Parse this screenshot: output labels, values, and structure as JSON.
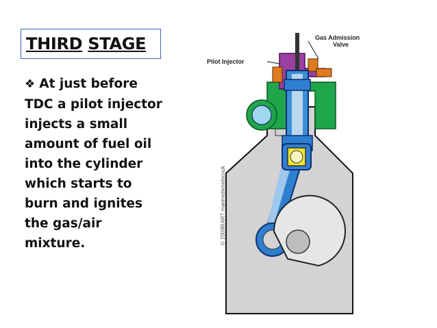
{
  "slide": {
    "title_part1": "THIRD",
    "title_part2": "STAGE",
    "bullet_icon": "diamond-bullet-icon",
    "body_text": "At just before TDC a pilot injector injects a small amount of fuel oil into the cylinder which starts to burn and ignites the gas/air mixture."
  },
  "diagram": {
    "label_gas_valve_line1": "Gas Admission",
    "label_gas_valve_line2": "Valve",
    "label_pilot_injector": "Pilot Injector",
    "watermark": "© 2009RART marinedieselscouk",
    "colors": {
      "combustion_chamber": "#1fa64a",
      "valve_area": "#9b3fa0",
      "injector": "#e07a1f",
      "piston_blue": "#2f7fd0",
      "cylinder_gray": "#cfcfcf",
      "bearing_yellow": "#f3e632"
    }
  }
}
